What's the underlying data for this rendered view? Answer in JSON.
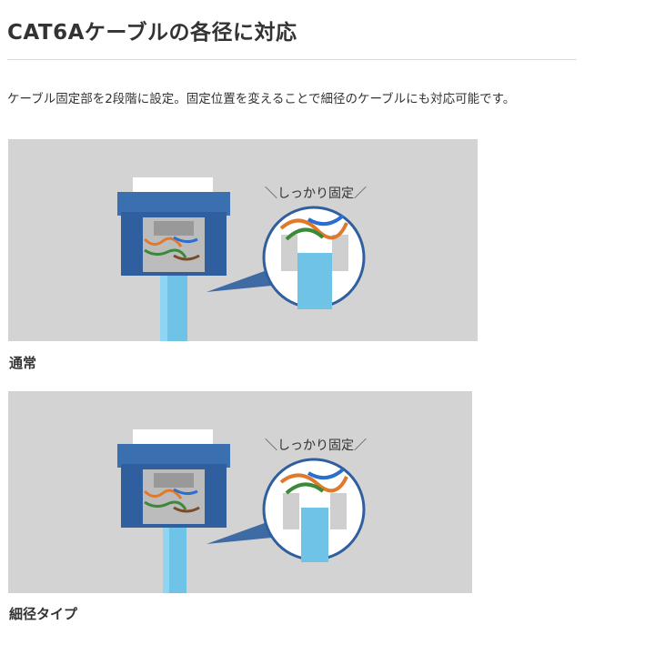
{
  "header": {
    "title": "CAT6Aケーブルの各径に対応"
  },
  "description": "ケーブル固定部を2段階に設定。固定位置を変えることで細径のケーブルにも対応可能です。",
  "figures": [
    {
      "callout": "＼しっかり固定／",
      "caption": "通常"
    },
    {
      "callout": "＼しっかり固定／",
      "caption": "細径タイプ"
    }
  ],
  "colors": {
    "panel_bg": "#d3d3d3",
    "jack_blue": "#3a6fb0",
    "cable_blue": "#6fc3e6",
    "text": "#333333"
  }
}
